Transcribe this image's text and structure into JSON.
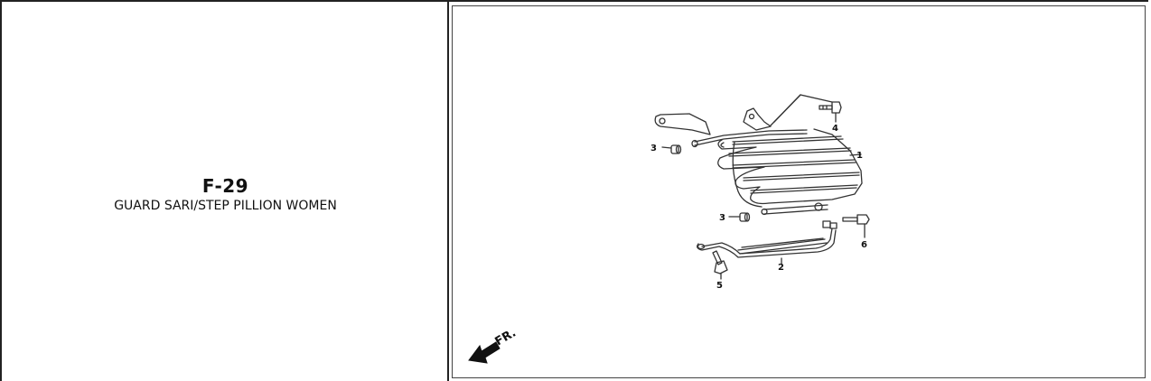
{
  "part": {
    "code": "F-29",
    "description": "GUARD SARI/STEP PILLION WOMEN"
  },
  "diagram": {
    "callouts": [
      "1",
      "2",
      "3",
      "3",
      "4",
      "5",
      "6"
    ],
    "direction_label": "FR."
  },
  "colors": {
    "line": "#333333",
    "border": "#222222"
  }
}
